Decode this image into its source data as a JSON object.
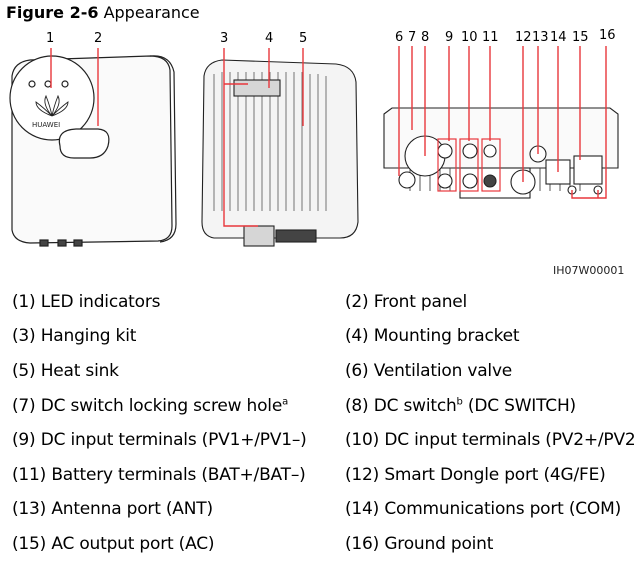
{
  "figure": {
    "number": "Figure 2-6",
    "title": "Appearance",
    "document_code": "IH07W00001",
    "brand_label": "HUAWEI",
    "callouts": [
      "1",
      "2",
      "3",
      "4",
      "5",
      "6",
      "7",
      "8",
      "9",
      "10",
      "11",
      "12",
      "13",
      "14",
      "15",
      "16"
    ],
    "colors": {
      "callout_line": "#e8373c",
      "drawing": "#222222",
      "fill": "#f2f2f2"
    }
  },
  "legend": [
    {
      "num": "(1)",
      "text": "LED indicators",
      "sup": ""
    },
    {
      "num": "(2)",
      "text": "Front panel",
      "sup": ""
    },
    {
      "num": "(3)",
      "text": "Hanging kit",
      "sup": ""
    },
    {
      "num": "(4)",
      "text": "Mounting bracket",
      "sup": ""
    },
    {
      "num": "(5)",
      "text": "Heat sink",
      "sup": ""
    },
    {
      "num": "(6)",
      "text": "Ventilation valve",
      "sup": ""
    },
    {
      "num": "(7)",
      "text": "DC switch locking screw hole",
      "sup": "a",
      "after": ""
    },
    {
      "num": "(8)",
      "text": "DC switch",
      "sup": "b",
      "after": " (DC SWITCH)"
    },
    {
      "num": "(9)",
      "text": "DC input terminals (PV1+/PV1–)",
      "sup": ""
    },
    {
      "num": "(10)",
      "text": "DC input terminals (PV2+/PV2",
      "sup": ""
    },
    {
      "num": "(11)",
      "text": "Battery terminals (BAT+/BAT–)",
      "sup": ""
    },
    {
      "num": "(12)",
      "text": "Smart Dongle port (4G/FE)",
      "sup": ""
    },
    {
      "num": "(13)",
      "text": "Antenna port (ANT)",
      "sup": ""
    },
    {
      "num": "(14)",
      "text": "Communications port (COM)",
      "sup": ""
    },
    {
      "num": "(15)",
      "text": "AC output port (AC)",
      "sup": ""
    },
    {
      "num": "(16)",
      "text": "Ground point",
      "sup": ""
    }
  ]
}
